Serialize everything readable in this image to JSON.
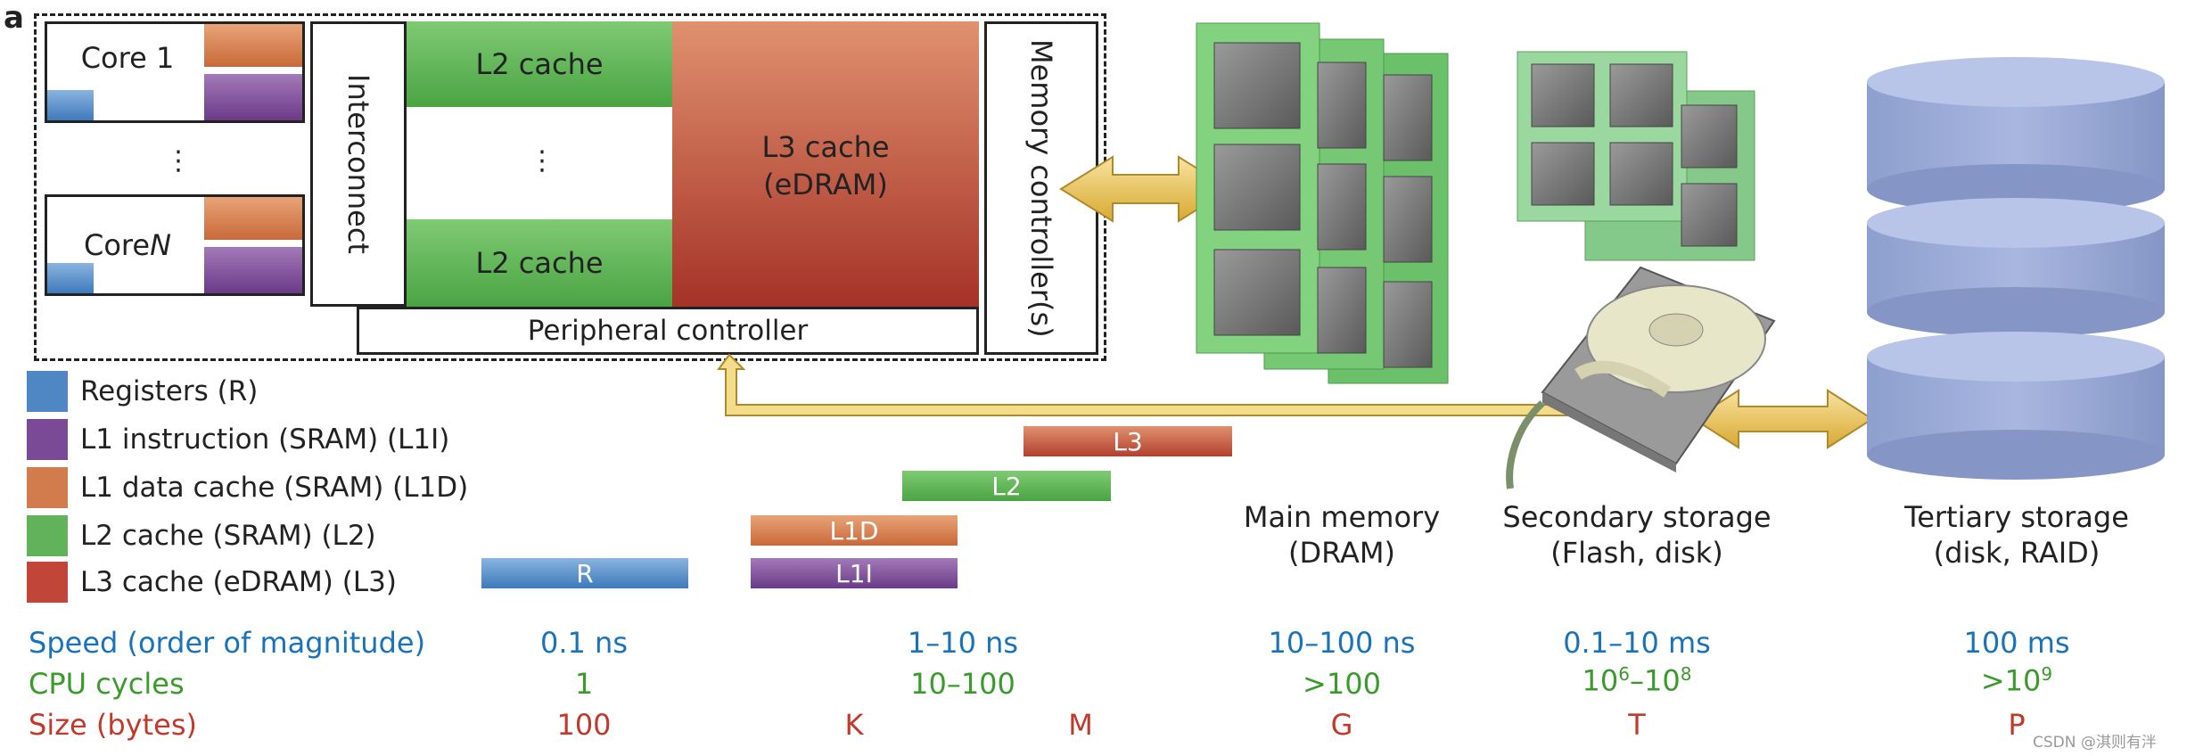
{
  "panel_letter": "a",
  "chip": {
    "core1_label": "Core 1",
    "coreN_prefix": "Core ",
    "coreN_suffix": "N",
    "core_dots": "⋮",
    "interconnect": "Interconnect",
    "l2_label": "L2 cache",
    "l2_dots": "⋮",
    "l3_line1": "L3 cache",
    "l3_line2": "(eDRAM)",
    "memory_controller": "Memory controller(s)",
    "peripheral": "Peripheral controller"
  },
  "legend": [
    {
      "label": "Registers (R)",
      "color": "#4f87c4"
    },
    {
      "label": "L1 instruction (SRAM) (L1I)",
      "color": "#7a4a96"
    },
    {
      "label": "L1 data cache (SRAM) (L1D)",
      "color": "#d27c4e"
    },
    {
      "label": "L2 cache (SRAM) (L2)",
      "color": "#62b15b"
    },
    {
      "label": "L3 cache (eDRAM) (L3)",
      "color": "#c2453a"
    }
  ],
  "bars": {
    "R": "R",
    "L1I": "L1I",
    "L1D": "L1D",
    "L2": "L2",
    "L3": "L3"
  },
  "captions": {
    "main_1": "Main memory",
    "main_2": "(DRAM)",
    "sec_1": "Secondary storage",
    "sec_2": "(Flash, disk)",
    "ter_1": "Tertiary storage",
    "ter_2": "(disk, RAID)"
  },
  "rows": {
    "speed_label": "Speed (order of magnitude)",
    "cycles_label": "CPU cycles",
    "size_label": "Size (bytes)"
  },
  "speed": [
    "0.1 ns",
    "1–10 ns",
    "10–100 ns",
    "0.1–10 ms",
    "100 ms"
  ],
  "cycles": [
    "1",
    "10–100",
    ">100"
  ],
  "cycles_sec": {
    "base1": "10",
    "exp1": "6",
    "mid": "–10",
    "exp2": "8"
  },
  "cycles_ter": {
    "base": ">10",
    "exp": "9"
  },
  "sizes": [
    "100",
    "K",
    "M",
    "G",
    "T",
    "P"
  ],
  "watermark": "CSDN @淇则有泮",
  "colors": {
    "blue": "#1a73b8",
    "green": "#3a9a2c",
    "red": "#c0392b",
    "arrow": "#e8c24a"
  }
}
